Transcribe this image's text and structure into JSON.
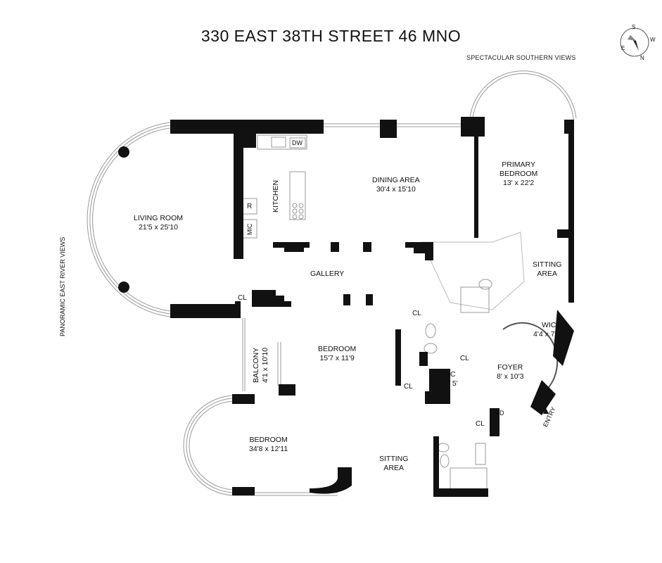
{
  "title": "330 EAST 38TH STREET 46 MNO",
  "views": {
    "south": "SPECTACULAR SOUTHERN VIEWS",
    "east": "PANORAMIC EAST RIVER VIEWS"
  },
  "compass": {
    "s": "S",
    "w": "W",
    "e": "E",
    "n": "N"
  },
  "rooms": {
    "living": {
      "name": "LIVING ROOM",
      "dim": "21'5 x 25'10"
    },
    "dining": {
      "name": "DINING AREA",
      "dim": "30'4 x 15'10"
    },
    "kitchen": {
      "name": "KITCHEN"
    },
    "primary": {
      "name": "PRIMARY",
      "name2": "BEDROOM",
      "dim": "13' x 22'2"
    },
    "sitting1": {
      "name": "SITTING",
      "name2": "AREA"
    },
    "gallery": {
      "name": "GALLERY"
    },
    "bedroom1": {
      "name": "BEDROOM",
      "dim": "15'7 x 11'9"
    },
    "balcony": {
      "name": "BALCONY",
      "dim": "4'1 x 10'10"
    },
    "wic1": {
      "name": "WIC",
      "dim": "4'4 x 7'10"
    },
    "wic2": {
      "name": "WIC",
      "dim": "5' x 5'"
    },
    "foyer": {
      "name": "FOYER",
      "dim": "8' x 10'3"
    },
    "bedroom2": {
      "name": "BEDROOM",
      "dim": "34'8 x 12'11"
    },
    "sitting2": {
      "name": "SITTING",
      "name2": "AREA"
    }
  },
  "closets": {
    "cl": "CL"
  },
  "appliances": {
    "dw": "DW",
    "r": "R",
    "mic": "MIC",
    "wd": "W/D"
  },
  "entry": "ENTRY"
}
